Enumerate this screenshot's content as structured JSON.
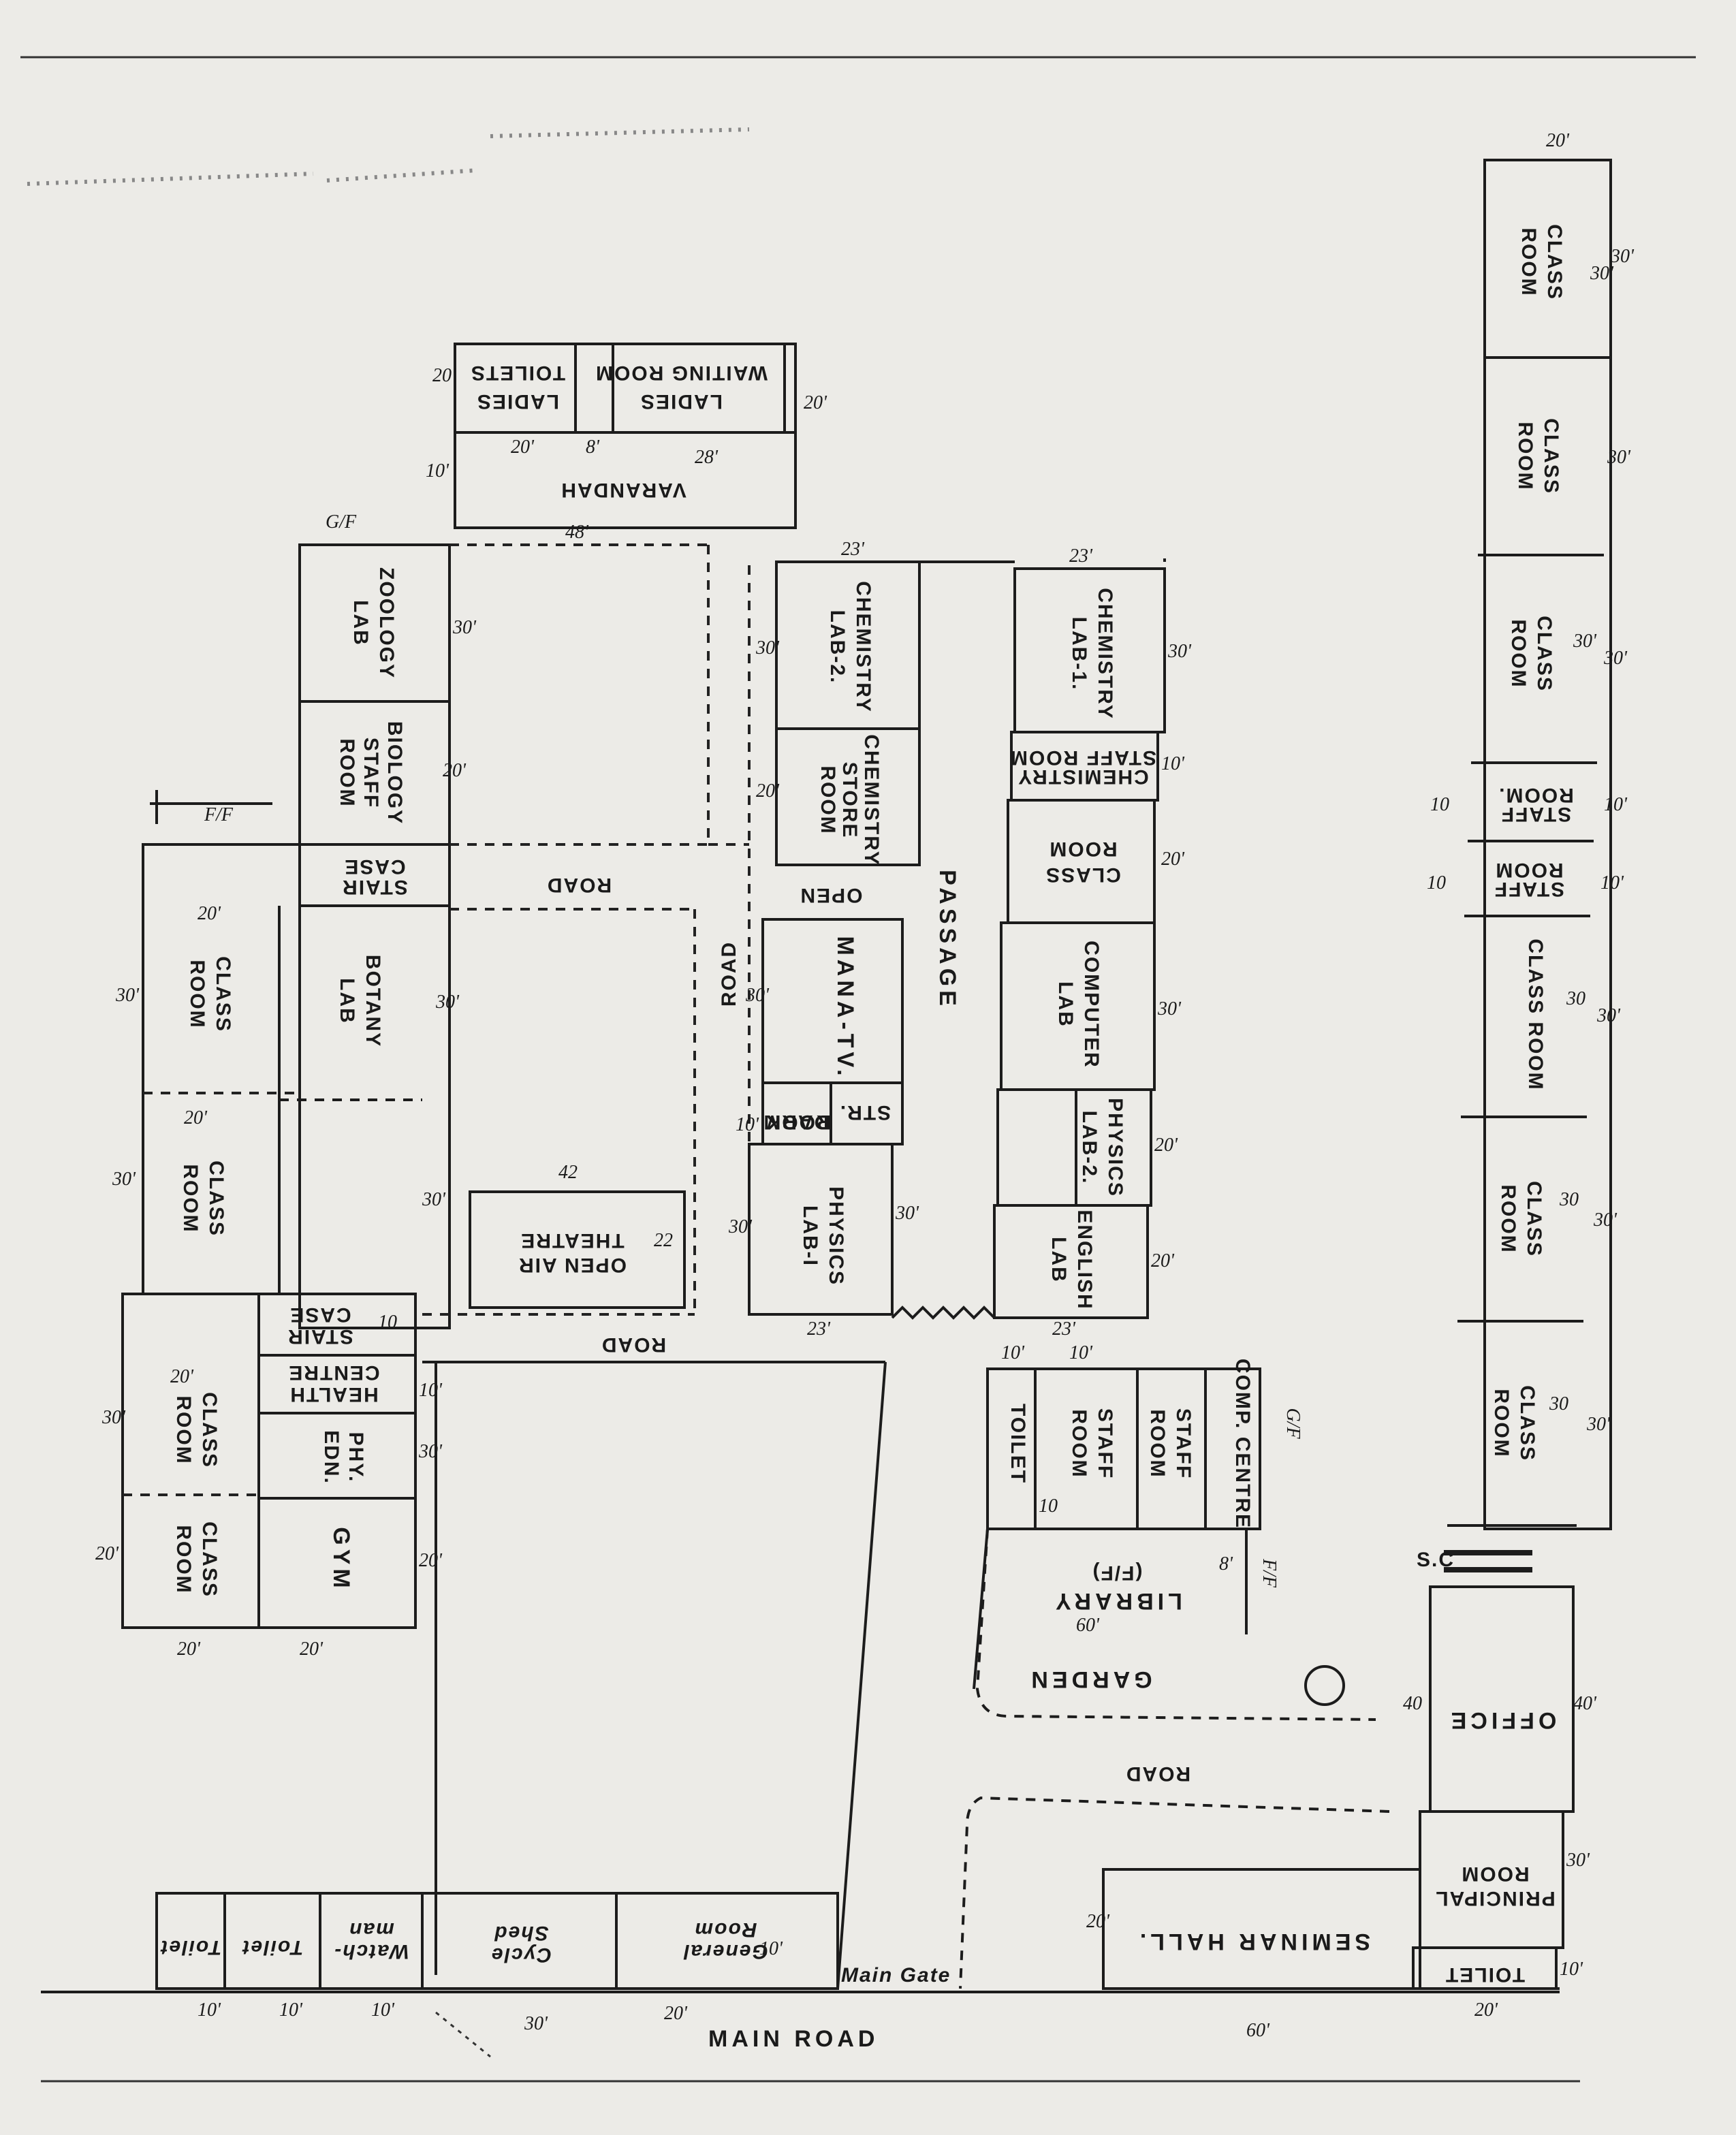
{
  "blocks": {
    "ladies": {
      "label": "LADIES",
      "label2": "WAITING ROOM",
      "dim": "20'"
    },
    "toilets": {
      "label": "LADIES",
      "label2": "TOILETS",
      "dim": "20'"
    },
    "varandah": {
      "label": "VARANDAH",
      "d1": "28'",
      "d2": "8'",
      "d3": "20'",
      "d4": "10'",
      "d5": "48'"
    },
    "gf": "G/F",
    "ff": "F/F",
    "zoology": {
      "label": "ZOOLOGY",
      "label2": "LAB",
      "dim": "30'"
    },
    "biology": {
      "label": "BIOLOGY",
      "label2": "STAFF",
      "label3": "ROOM",
      "dim": "20'"
    },
    "staircase_top": {
      "label": "STAIR",
      "label2": "CASE"
    },
    "botany": {
      "label": "BOTANY",
      "label2": "LAB",
      "dim": "30'"
    },
    "class_left_1": {
      "label": "CLASS",
      "label2": "ROOM",
      "d1": "30'",
      "d2": "20'"
    },
    "class_left_2": {
      "label": "CLASS",
      "label2": "ROOM",
      "d1": "30'",
      "d2": "20'"
    },
    "dim_30_left": "30'",
    "staircase_mid": {
      "label": "STAIR",
      "label2": "CASE",
      "dim": "10"
    },
    "health": {
      "label": "HEALTH",
      "label2": "CENTRE",
      "dim": "10'"
    },
    "class_left_3": {
      "label": "CLASS",
      "label2": "ROOM",
      "d1": "30'",
      "d2": "20'"
    },
    "phy_edn": {
      "label": "PHY.",
      "label2": "EDN.",
      "dim": "30'"
    },
    "class_left_4": {
      "label": "CLASS",
      "label2": "ROOM",
      "d1": "20'"
    },
    "gym": {
      "label": "GYM",
      "dim": "20'"
    },
    "dim_bottom_20a": "20'",
    "dim_bottom_20b": "20'",
    "open_air": {
      "label": "OPEN AIR",
      "label2": "THEATRE",
      "d1": "42",
      "d2": "22"
    },
    "road_center": "ROAD",
    "road_lower": "ROAD",
    "road_vertical": "ROAD",
    "passage": "PASSAGE",
    "chem2": {
      "label": "CHEMISTRY",
      "label2": "LAB-2.",
      "d1": "23'",
      "d2": "30'"
    },
    "chem_store": {
      "label": "CHEMISTRY",
      "label2": "STORE",
      "label3": "ROOM",
      "dim": "20'"
    },
    "open_small": "OPEN",
    "mana_tv": {
      "label": "MANA-TV.",
      "dim": "30'"
    },
    "dark_room": {
      "label": "DARK",
      "label2": "ROOM",
      "label3": "STR.",
      "dim": "10'"
    },
    "physics1": {
      "label": "PHYSICS",
      "label2": "LAB-I",
      "d1": "30'",
      "d2": "30'",
      "d3": "23'"
    },
    "chem1": {
      "label": "CHEMISTRY",
      "label2": "LAB-1.",
      "d1": "23'",
      "d2": "30'"
    },
    "chem_staff": {
      "label": "CHEMISTRY",
      "label2": "STAFF ROOM",
      "dim": "10'"
    },
    "class_mid": {
      "label": "CLASS",
      "label2": "ROOM",
      "dim": "20'"
    },
    "computer": {
      "label": "COMPUTER",
      "label2": "LAB",
      "dim": "30'"
    },
    "physics2": {
      "label": "PHYSICS",
      "label2": "LAB-2.",
      "dim": "20'"
    },
    "english": {
      "label": "ENGLISH",
      "label2": "LAB",
      "d1": "20'",
      "d2": "23'"
    },
    "toilet_mid": {
      "label": "TOILET",
      "d1": "10'",
      "d2": "10"
    },
    "staff_mid1": {
      "label": "STAFF",
      "label2": "ROOM",
      "dim": "10'"
    },
    "staff_mid2": {
      "label": "STAFF",
      "label2": "ROOM"
    },
    "comp_centre": {
      "label": "COMP. CENTRE",
      "label2": "G/F"
    },
    "library": {
      "label": "LIBRARY",
      "label2": "(F/F)",
      "d1": "60'",
      "d2": "8'",
      "d3": "F/F"
    },
    "garden": "GARDEN",
    "road_right": "ROAD",
    "class_r1": {
      "label": "CLASS",
      "label2": "ROOM",
      "d1": "30'",
      "d2": "30'",
      "d3": "20'"
    },
    "class_r2": {
      "label": "CLASS",
      "label2": "ROOM",
      "dim": "30'"
    },
    "class_r3": {
      "label": "CLASS",
      "label2": "ROOM",
      "d1": "30'",
      "d2": "30'"
    },
    "staff_r1": {
      "label": "STAFF",
      "label2": "ROOM.",
      "d1": "10'",
      "d2": "10"
    },
    "staff_r2": {
      "label": "STAFF",
      "label2": "ROOM",
      "d1": "10'",
      "d2": "10"
    },
    "class_r4": {
      "label": "CLASS ROOM",
      "d1": "30",
      "d2": "30'"
    },
    "class_r5": {
      "label": "CLASS",
      "label2": "ROOM",
      "d1": "30",
      "d2": "30'"
    },
    "class_r6": {
      "label": "CLASS",
      "label2": "ROOM",
      "d1": "30",
      "d2": "30'"
    },
    "sc": "S.C",
    "office": {
      "label": "OFFICE",
      "d1": "40'",
      "d2": "40"
    },
    "principal": {
      "label": "PRINCIPAL",
      "label2": "ROOM",
      "dim": "30'"
    },
    "toilet_r": {
      "label": "TOILET",
      "d1": "10'",
      "d2": "20'"
    },
    "seminar": {
      "label": "SEMINAR HALL.",
      "d1": "60'",
      "d2": "20'"
    },
    "general": {
      "label": "General",
      "label2": "Room",
      "d1": "20'",
      "d2": "10'"
    },
    "cycle": {
      "label": "Cycle",
      "label2": "Shed",
      "dim": "30'"
    },
    "watchman": {
      "label": "Watch-",
      "label2": "man",
      "dim": "10'"
    },
    "toilet_b1": {
      "label": "Toilet",
      "dim": "10'"
    },
    "toilet_b2": {
      "label": "Toilet",
      "dim": "10'"
    },
    "main_gate": "Main Gate",
    "main_road": "MAIN ROAD",
    "dim_top_right": "20'"
  }
}
